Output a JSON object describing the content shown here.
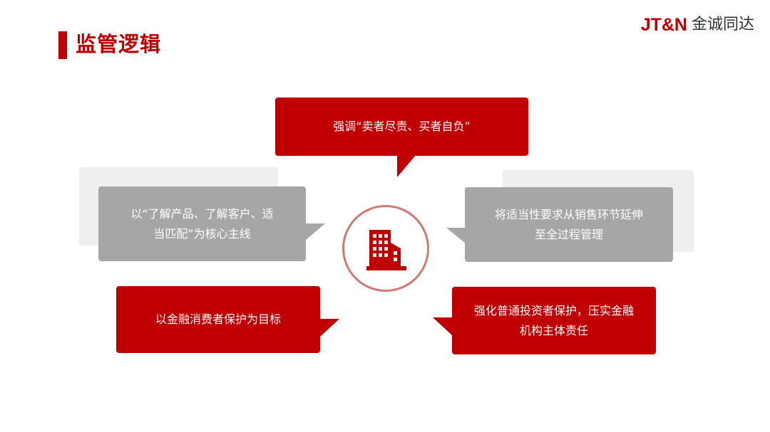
{
  "header": {
    "title": "监管逻辑",
    "logo_en": "JT&N",
    "logo_cn": "金诚同达"
  },
  "diagram": {
    "center_icon": "building-icon",
    "bubbles": {
      "top": {
        "text": "强调“卖者尽责、买者自负”"
      },
      "left": {
        "line1": "以“了解产品、了解客户、适",
        "line2": "当匹配”为核心主线"
      },
      "right": {
        "line1": "将适当性要求从销售环节延伸",
        "line2": "至全过程管理"
      },
      "bottom_left": {
        "text": "以金融消费者保护为目标"
      },
      "bottom_right": {
        "line1": "强化普通投资者保护，压实金融",
        "line2": "机构主体责任"
      }
    }
  },
  "colors": {
    "brand_red": "#c00000",
    "gray_bubble": "#a6a6a6",
    "shadow_gray": "#efefef",
    "ring": "#d47777"
  }
}
